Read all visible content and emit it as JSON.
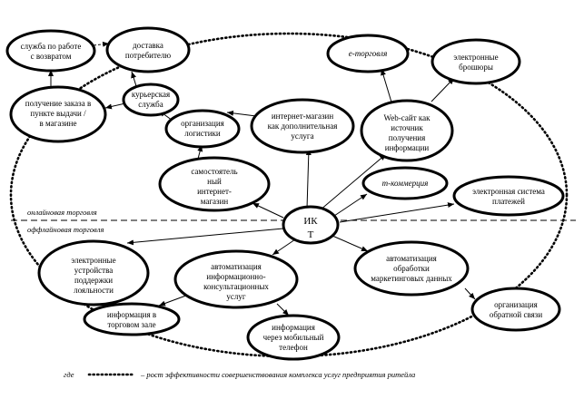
{
  "center": {
    "lines": [
      "ИК",
      "Т"
    ]
  },
  "zones": {
    "online": "онлайновая торговля",
    "offline": "оффлайновая торговля"
  },
  "nodes": {
    "service_returns": [
      "служба по работе",
      "с возвратом"
    ],
    "delivery": [
      "доставка",
      "потребителю"
    ],
    "courier": [
      "курьерская",
      "служба"
    ],
    "pickup": [
      "получение заказа в",
      "пункте выдачи /",
      "в магазине"
    ],
    "logistics": [
      "организация",
      "логистики"
    ],
    "internet_shop": [
      "интернет-магазин",
      "как дополнительная",
      "услуга"
    ],
    "independent_shop": [
      "самостоятель",
      "ный",
      "интернет-",
      "магазин"
    ],
    "website": [
      "Web-сайт как",
      "источник",
      "получения",
      "информации"
    ],
    "e_trade": [
      "е-торговля"
    ],
    "e_brochures": [
      "электронные",
      "брошюры"
    ],
    "m_commerce": [
      "m-коммерция"
    ],
    "payment_system": [
      "электронная система",
      "платежей"
    ],
    "e_devices": [
      "электронные",
      "устройства",
      "поддержки",
      "лояльности"
    ],
    "consulting": [
      "автоматизация",
      "информационно-",
      "консультационных",
      "услуг"
    ],
    "marketing": [
      "автоматизация",
      "обработки",
      "маркетинговых данных"
    ],
    "feedback": [
      "организация",
      "обратной связи"
    ],
    "store_info": [
      "информация в",
      "торговом зале"
    ],
    "mobile_info": [
      "информация",
      "через мобильный",
      "телефон"
    ]
  },
  "legend": {
    "prefix": "где",
    "text": "– рост эффективности совершенствования комплекса услуг предприятия ритейла"
  }
}
